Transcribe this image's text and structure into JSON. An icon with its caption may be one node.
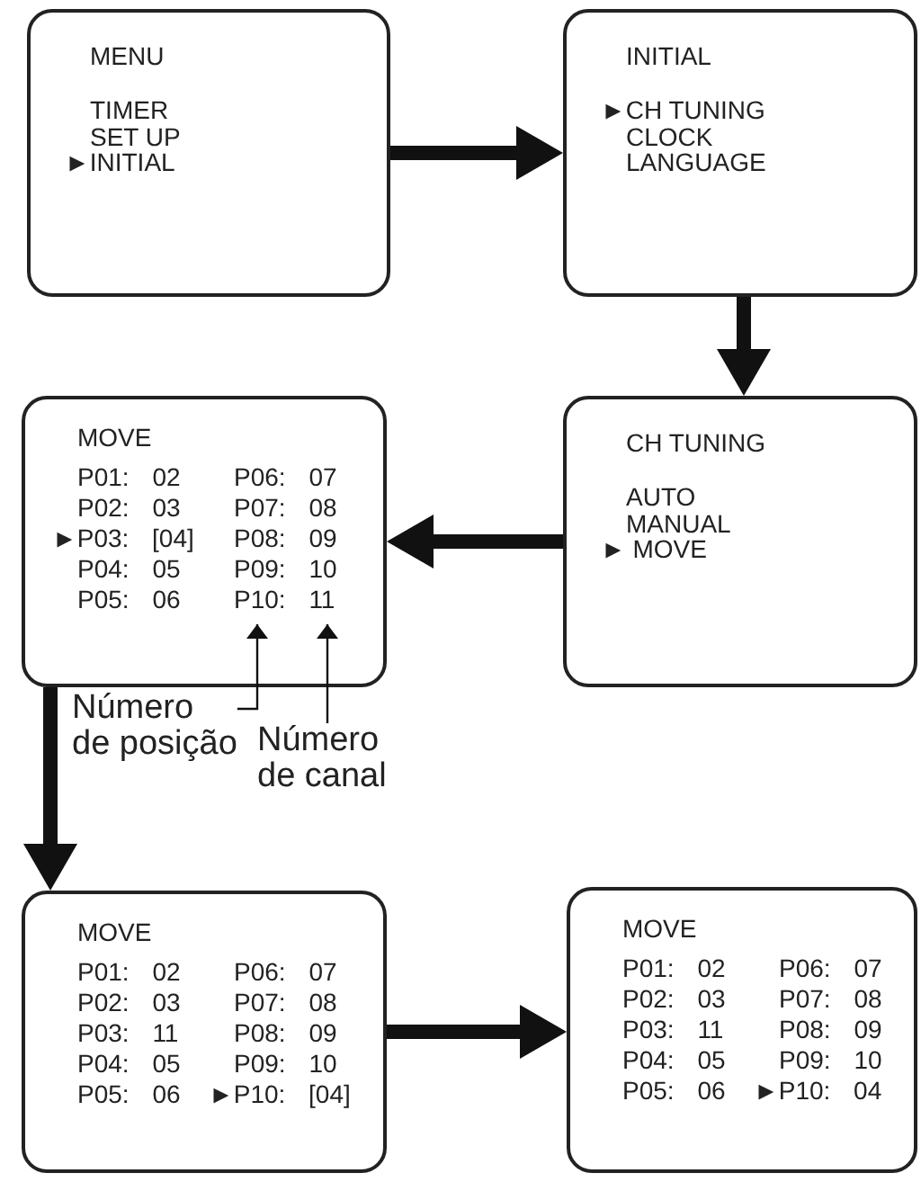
{
  "diagram": {
    "nodes": [
      {
        "text": [
          "MENU",
          "TIMER",
          "SET UP",
          "►INITIAL"
        ]
      },
      {
        "text": [
          "INITIAL",
          "►CH TUNING",
          "CLOCK",
          "LANGUAGE"
        ]
      },
      {
        "text": [
          "MOVE",
          "P01: 02",
          "P02: 03",
          "►P03: [04]",
          "P04: 05",
          "P05: 06",
          "P06: 07",
          "P07: 08",
          "P08: 09",
          "P09: 10",
          "P10: 11"
        ]
      },
      {
        "text": [
          "CH TUNING",
          "AUTO",
          "MANUAL",
          "► MOVE"
        ]
      },
      {
        "text": [
          "Número de posição"
        ]
      },
      {
        "text": [
          "Número de canal"
        ]
      },
      {
        "text": [
          "MOVE",
          "P01: 02",
          "P02: 03",
          "P03: 11",
          "P04: 05",
          "P05: 06",
          "P06: 07",
          "P07: 08",
          "P08: 09",
          "P09: 10",
          "►P10: [04]"
        ]
      },
      {
        "text": [
          "MOVE",
          "P01: 02",
          "P02: 03",
          "P03: 11",
          "P04: 05",
          "P05: 06",
          "P06: 07",
          "P07: 08",
          "P08: 09",
          "P09: 10",
          "►P10: 04"
        ]
      }
    ],
    "edges": [
      {
        "from": 0,
        "to": 1,
        "arrow": "to"
      },
      {
        "from": 1,
        "to": 3,
        "arrow": "to"
      },
      {
        "from": 3,
        "to": 2,
        "arrow": "to"
      },
      {
        "from": 2,
        "to": 6,
        "arrow": "to"
      },
      {
        "from": 6,
        "to": 7,
        "arrow": "to"
      },
      {
        "from": 4,
        "to": 2,
        "arrow": "to"
      },
      {
        "from": 5,
        "to": 2,
        "arrow": "to"
      }
    ]
  }
}
